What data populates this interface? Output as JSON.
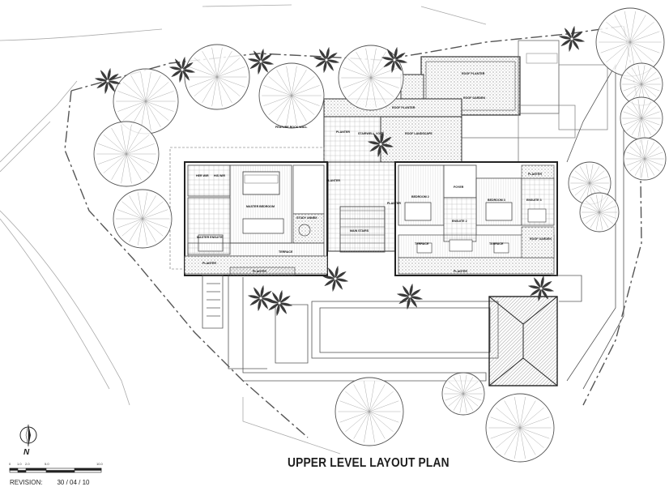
{
  "title": "UPPER LEVEL LAYOUT PLAN",
  "revision": {
    "label": "REVISION:",
    "date": "30 / 04 / 10"
  },
  "north": {
    "letter": "N"
  },
  "scale_bar": {
    "ticks": [
      "0",
      "1.0",
      "2.0",
      "5.0",
      "10.0"
    ]
  },
  "rooms": {
    "roof_planter_top": "ROOF PLANTER",
    "roof_garden": "ROOF GARDEN",
    "roof_planter_mid": "ROOF PLANTER",
    "feature_rock_wall": "FEATURE ROCK WALL",
    "planter_entry": "PLANTER",
    "stair": "STAIRWELL",
    "void": "VOID",
    "roof_landscape": "ROOF LANDSCAPE",
    "his_wir": "HER WIR",
    "her_wir": "HIS WIR",
    "master_bedroom": "MASTER BEDROOM",
    "master_ensuite": "MASTER ENSUITE",
    "study": "STUDY ANNEX",
    "terrace_master": "TERRACE",
    "planter_master": "PLANTER",
    "planter_left": "PLANTER",
    "planter_bottom": "PLANTER",
    "main_stairs": "MAIN STAIRS",
    "foyer": "FOYER",
    "bedroom2": "BEDROOM 2",
    "bedroom3": "BEDROOM 3",
    "ensuite2": "ENSUITE 2",
    "ensuite3": "ENSUITE 3",
    "terrace2": "TERRACE",
    "terrace3": "TERRACE",
    "planter_right": "PLANTER",
    "planter_mid": "PLANTER",
    "roof_garden_right": "ROOF GARDEN",
    "planter_bottom_right": "PLANTER"
  }
}
